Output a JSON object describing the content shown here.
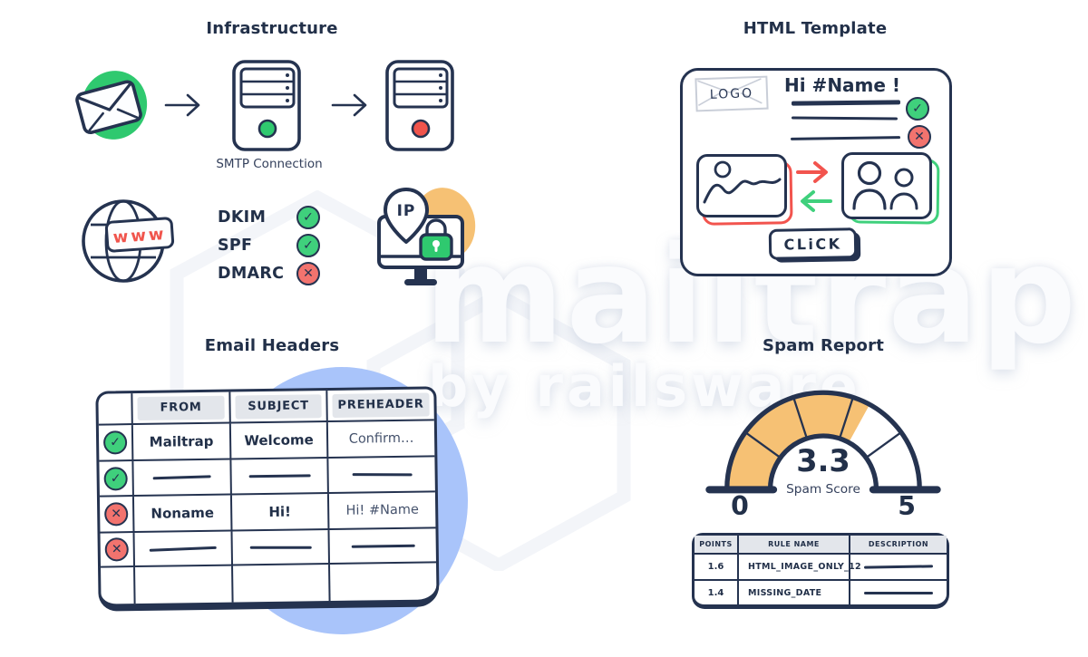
{
  "colors": {
    "navy": "#253350",
    "green": "#2fc96f",
    "green_icon": "#3fd07c",
    "red": "#f0544c",
    "red_icon": "#f2736e",
    "orange": "#f6c174",
    "blue_blob": "#a9c4fa",
    "header_gray": "#e3e6eb"
  },
  "icons": {
    "check": "✓",
    "cross": "✕"
  },
  "watermark": {
    "line1": "mailtrap",
    "line2": "by railsware"
  },
  "infrastructure": {
    "title": "Infrastructure",
    "smtp_label": "SMTP Connection",
    "www_label": "www",
    "ip_label": "IP",
    "auth_checks": [
      {
        "label": "DKIM",
        "status": "pass"
      },
      {
        "label": "SPF",
        "status": "pass"
      },
      {
        "label": "DMARC",
        "status": "fail"
      }
    ]
  },
  "html_template": {
    "title": "HTML Template",
    "logo_label": "LOGO",
    "greeting": "Hi #Name !",
    "click_label": "CLiCK"
  },
  "email_headers": {
    "title": "Email Headers",
    "columns": [
      "FROM",
      "SUBJECT",
      "PREHEADER"
    ],
    "rows": [
      {
        "status": "pass",
        "from": "Mailtrap",
        "subject": "Welcome",
        "preheader": "Confirm…"
      },
      {
        "status": "pass",
        "from": "",
        "subject": "",
        "preheader": ""
      },
      {
        "status": "fail",
        "from": "Noname",
        "subject": "Hi!",
        "preheader": "Hi! #Name"
      },
      {
        "status": "fail",
        "from": "",
        "subject": "",
        "preheader": ""
      },
      {
        "status": "none",
        "from": "",
        "subject": "",
        "preheader": ""
      }
    ]
  },
  "spam_report": {
    "title": "Spam Report",
    "gauge": {
      "type": "gauge",
      "value": 3.3,
      "min": 0,
      "max": 5,
      "segments": 5,
      "value_label": "3.3",
      "label": "Spam Score",
      "min_label": "0",
      "max_label": "5",
      "fill_color": "#f6c174"
    },
    "table": {
      "columns": [
        "POINTS",
        "RULE NAME",
        "DESCRIPTION"
      ],
      "rows": [
        {
          "points": "1.6",
          "rule": "HTML_IMAGE_ONLY_12"
        },
        {
          "points": "1.4",
          "rule": "MISSING_DATE"
        }
      ]
    }
  }
}
